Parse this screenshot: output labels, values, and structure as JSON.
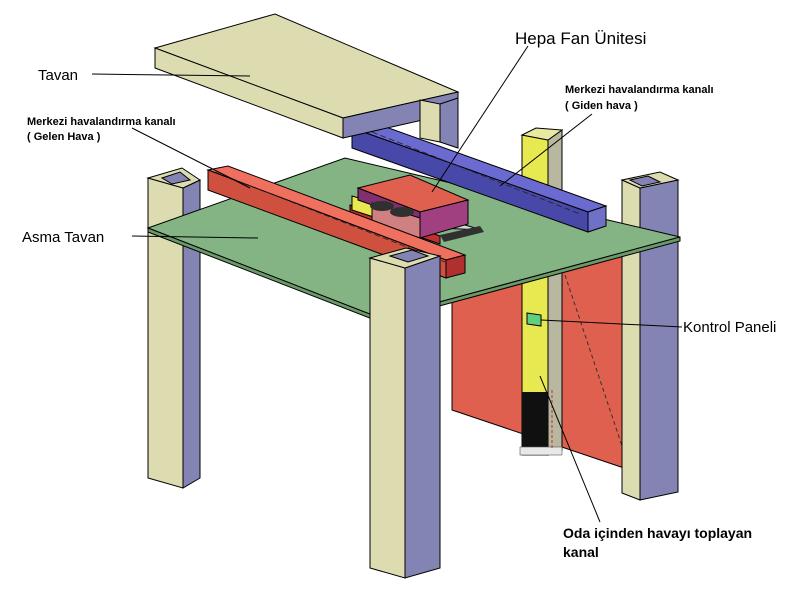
{
  "labels": {
    "tavan": "Tavan",
    "hepa": "Hepa Fan Ünitesi",
    "merkezi_giden_1": "Merkezi havalandırma kanalı",
    "merkezi_giden_2": "( Giden hava )",
    "merkezi_gelen_1": "Merkezi havalandırma kanalı",
    "merkezi_gelen_2": "( Gelen Hava )",
    "asma_tavan": "Asma Tavan",
    "kontrol": "Kontrol Paneli",
    "oda_1": "Oda içinden havayı toplayan",
    "oda_2": "kanal"
  },
  "colors": {
    "column_face": "#dcdcb0",
    "column_side": "#8484b4",
    "ceiling_green": "#84b484",
    "wall_red": "#e06050",
    "duct_red": "#e06050",
    "duct_blue": "#5050b0",
    "duct_yellow": "#e8e850",
    "panel_green": "#60d080"
  }
}
